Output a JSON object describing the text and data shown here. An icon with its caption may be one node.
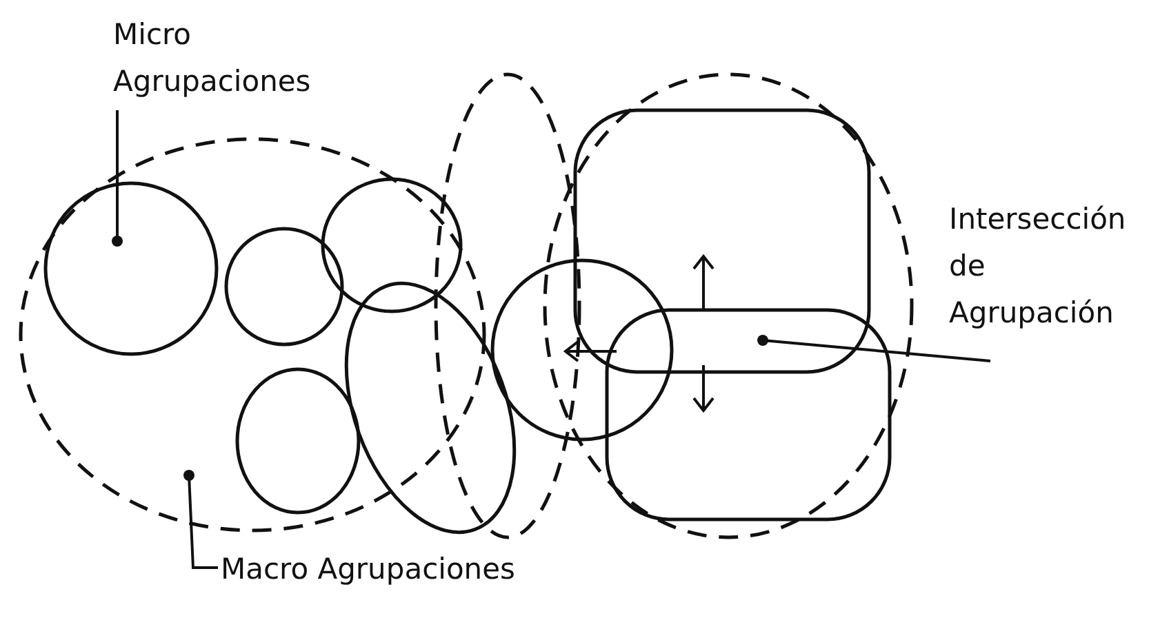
{
  "diagram": {
    "nodes": [
      {
        "text": [
          "Micro Agrupaciones"
        ]
      },
      {
        "text": [],
        "shape": "circle",
        "in": 2
      },
      {
        "text": [],
        "shape": "ellipse"
      },
      {
        "text": [
          "Intersección de Agrupación"
        ]
      },
      {
        "text": [
          "Macro Agrupaciones"
        ]
      }
    ],
    "edges": [
      {
        "from": 0,
        "to": 1,
        "arrow": "other"
      },
      {
        "from": 3,
        "to": null,
        "arrow": "other"
      },
      {
        "from": 4,
        "to": 2,
        "arrow": "other"
      }
    ]
  }
}
